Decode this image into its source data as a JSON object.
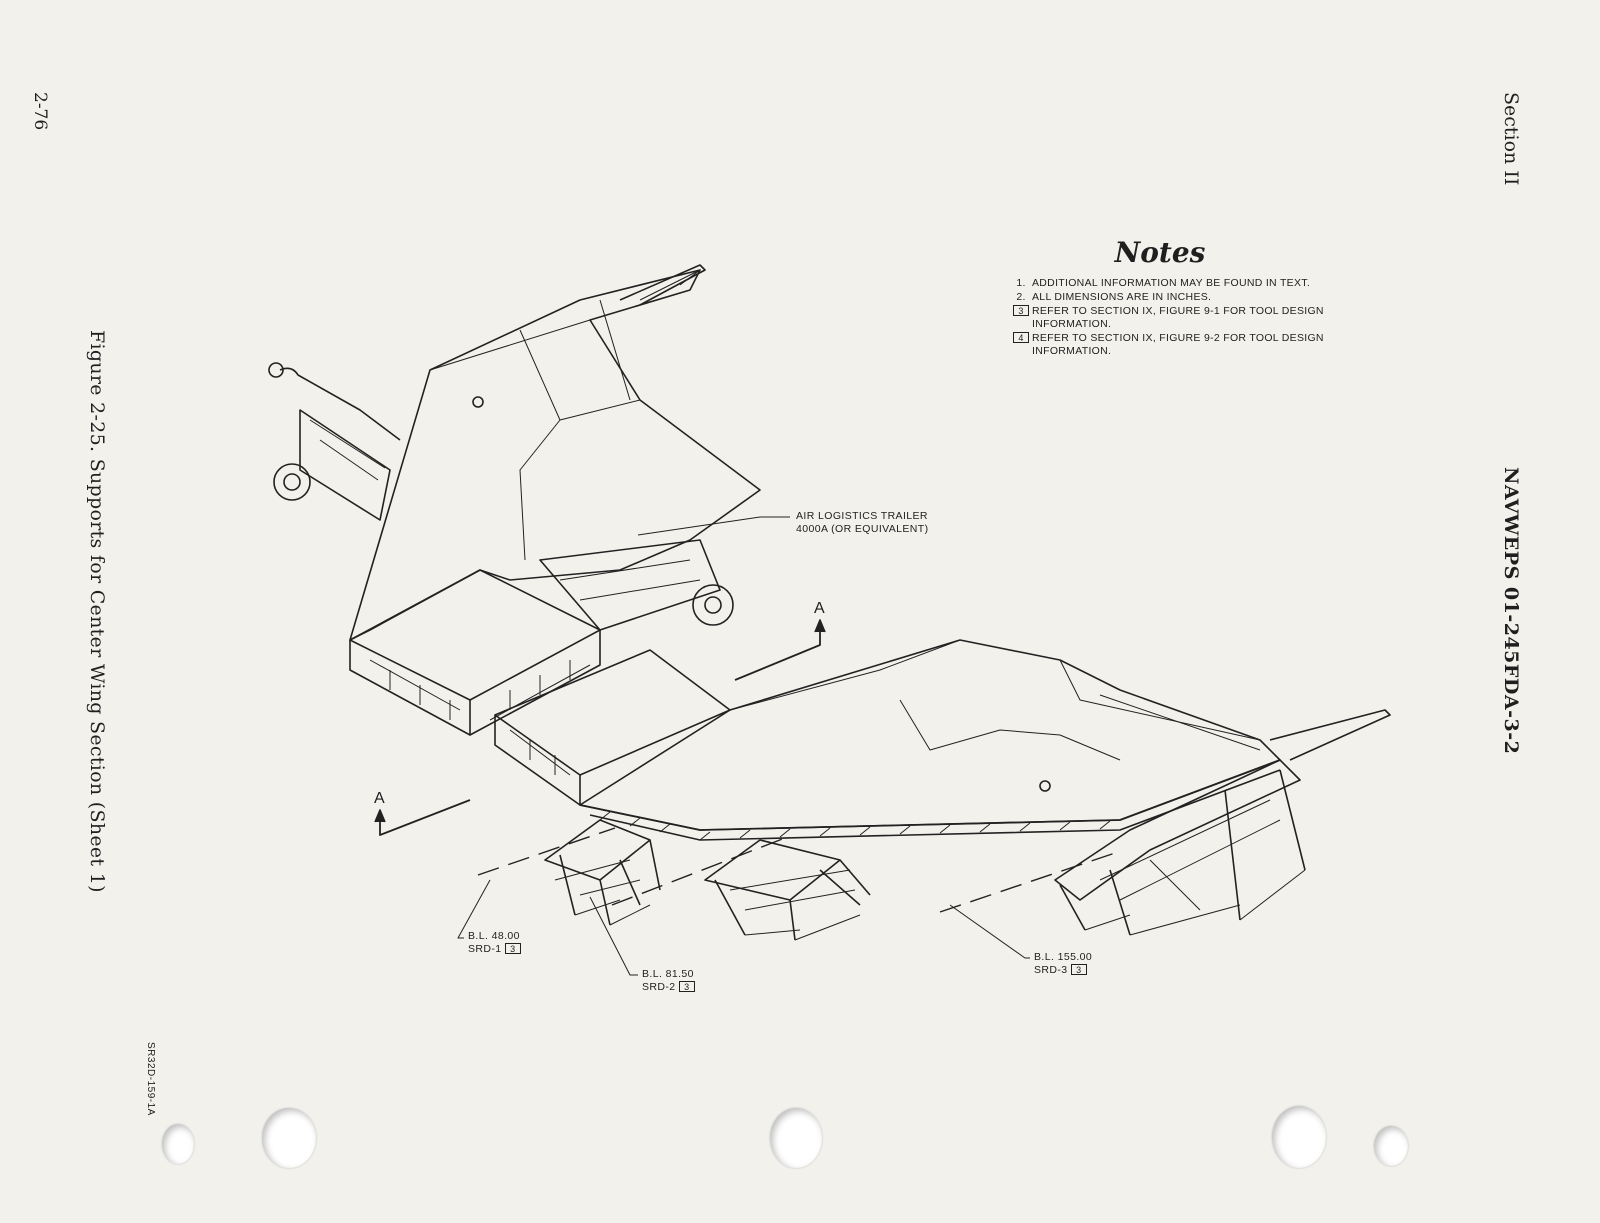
{
  "page_number": "2-76",
  "section_label": "Section II",
  "manual_number": "NAVWEPS 01-245FDA-3-2",
  "figure_caption": "Figure 2-25.  Supports for Center Wing Section (Sheet 1)",
  "art_code": "SR32D-159-1A",
  "notes": {
    "title": "Notes",
    "items": [
      {
        "num": "1.",
        "text": "ADDITIONAL INFORMATION MAY BE FOUND IN TEXT."
      },
      {
        "num": "2.",
        "text": "ALL DIMENSIONS ARE IN INCHES."
      },
      {
        "num": "3",
        "flag": true,
        "text": "REFER TO SECTION IX, FIGURE 9-1 FOR TOOL DESIGN INFORMATION."
      },
      {
        "num": "4",
        "flag": true,
        "text": "REFER TO SECTION IX, FIGURE 9-2 FOR TOOL DESIGN INFORMATION."
      }
    ]
  },
  "callouts": {
    "trailer_line1": "AIR LOGISTICS TRAILER",
    "trailer_line2": "4000A (OR EQUIVALENT)",
    "srd1_bl": "B.L. 48.00",
    "srd1_name": "SRD-1",
    "srd2_bl": "B.L. 81.50",
    "srd2_name": "SRD-2",
    "srd3_bl": "B.L. 155.00",
    "srd3_name": "SRD-3",
    "flag_ref": "3"
  },
  "section_marker": "A"
}
